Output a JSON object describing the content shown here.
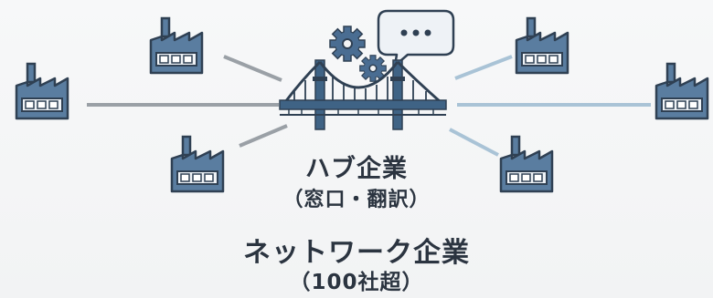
{
  "hub": {
    "title": "ハブ企業",
    "subtitle": "（窓口・翻訳）"
  },
  "network": {
    "title": "ネットワーク企業",
    "subtitle": "（100社超）"
  },
  "icons": {
    "center": [
      "gears-icon",
      "speech-bubble-icon",
      "suspension-bridge-icon"
    ],
    "nodes": "factory-icon"
  },
  "colors": {
    "factory_fill": "#5a7da0",
    "factory_outline": "#2f4053",
    "bridge": "#3f6385",
    "gear": "#4a6d92",
    "line_left": "#9aa0a6",
    "line_right": "#a9c3d6",
    "text": "#2b3440"
  }
}
